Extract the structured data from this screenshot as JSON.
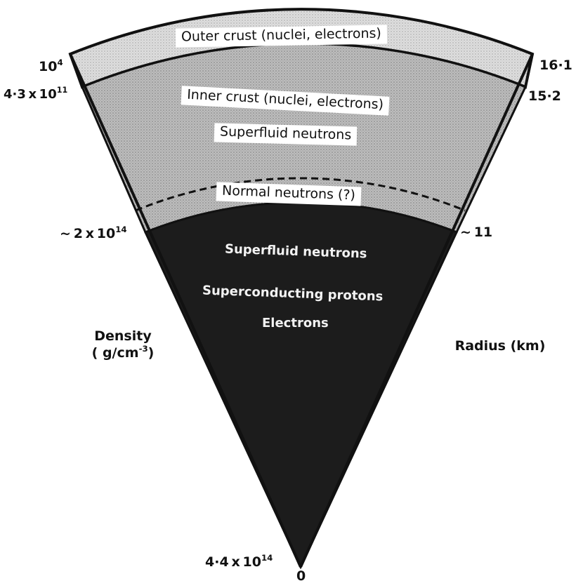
{
  "layers": {
    "outer_crust": "Outer crust (nuclei, electrons)",
    "inner_crust": "Inner crust (nuclei, electrons)",
    "inner_superfluid": "Superfluid neutrons",
    "normal_neutrons": "Normal neutrons (?)",
    "core_superfluid": "Superfluid neutrons",
    "core_protons": "Superconducting protons",
    "core_electrons": "Electrons"
  },
  "density_axis": {
    "title": "Density",
    "unit_prefix": "( g/cm",
    "unit_exp": "-3",
    "unit_suffix": ")",
    "tick_surface": {
      "mantissa": "10",
      "exp": "4"
    },
    "tick_crust": {
      "mantissa": "4·3 x 10",
      "exp": "11"
    },
    "tick_core": {
      "mantissa": "~ 2 x 10",
      "exp": "14"
    },
    "tick_center": {
      "mantissa": "4·4 x 10",
      "exp": "14"
    }
  },
  "radius_axis": {
    "title": "Radius (km)",
    "tick_surface": "16·1",
    "tick_crust": "15·2",
    "tick_core": "~ 11",
    "tick_center": "0"
  },
  "colors": {
    "outer_crust": "#dcdcdc",
    "inner_crust": "#b8b8b8",
    "core": "#1c1c1c",
    "outline": "#111111",
    "background": "#ffffff"
  }
}
